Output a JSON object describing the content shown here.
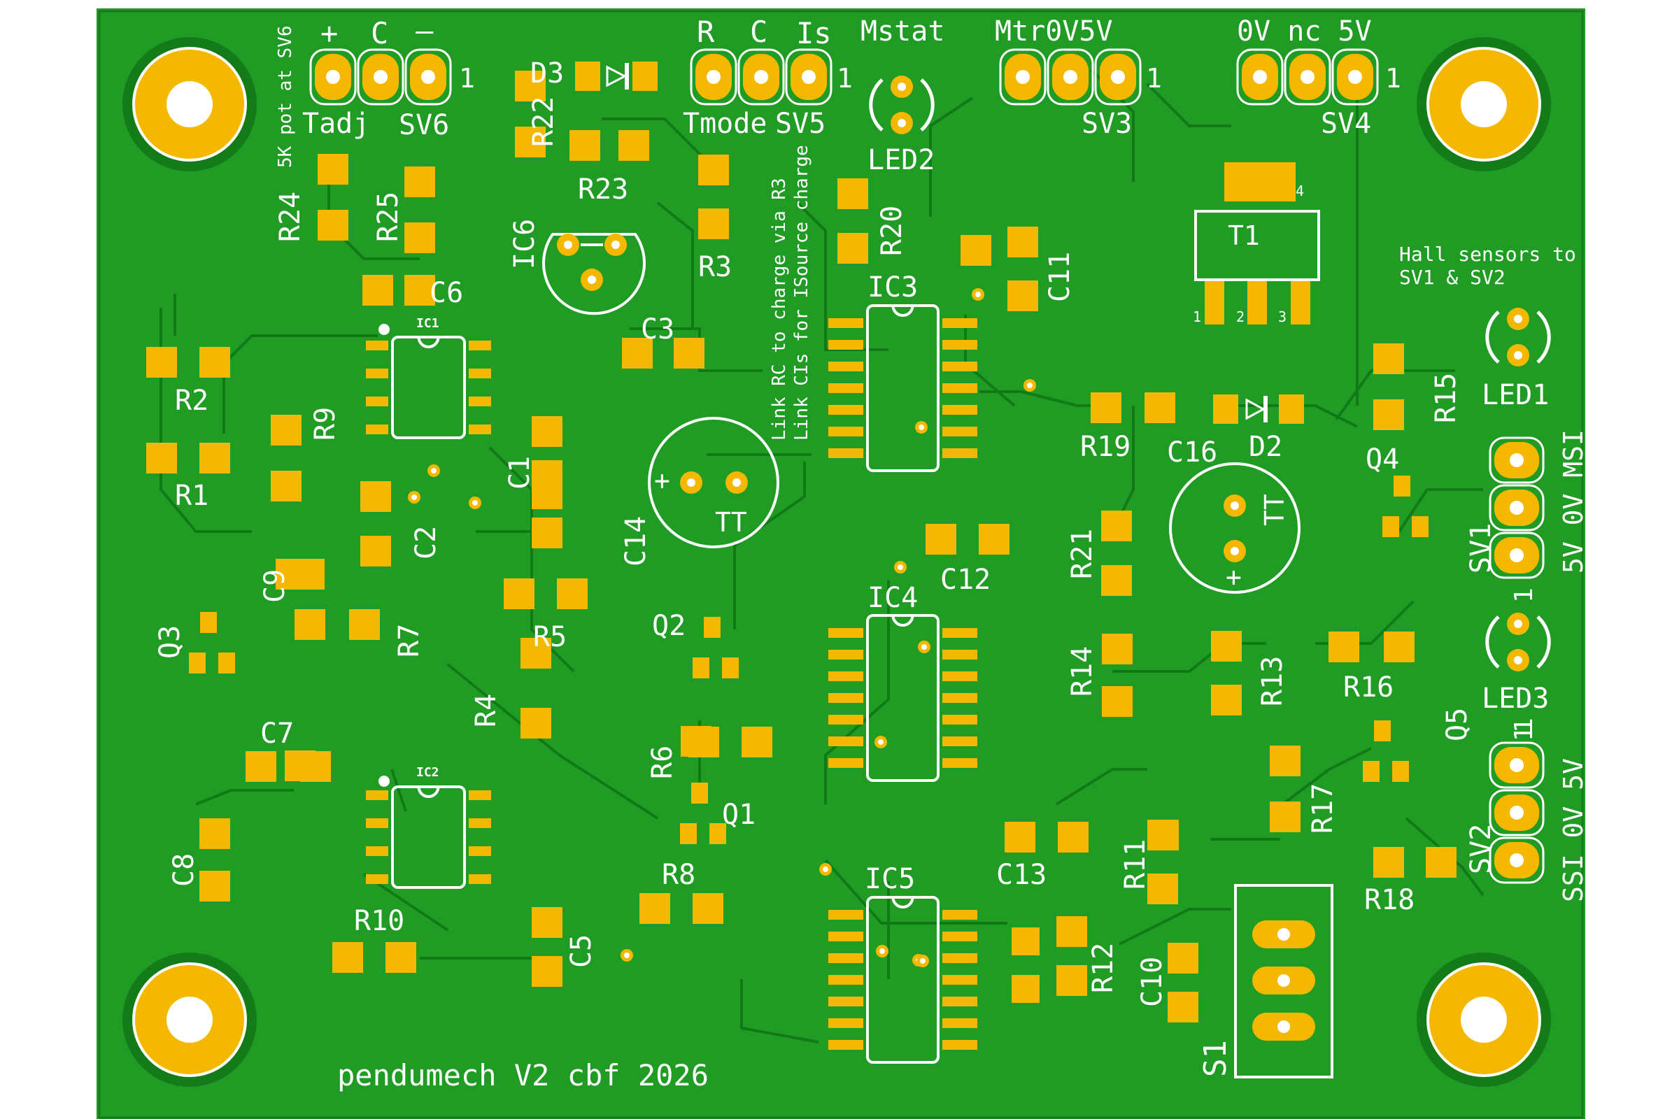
{
  "board": {
    "title": "pendumech V2 cbf 2026",
    "copper": "#209c25",
    "copper_dark": "#137c18",
    "pad": "#f5b800",
    "silk": "#ffffff",
    "page_bg": "#ffffff"
  },
  "notes": {
    "pot": "5K pot at SV6",
    "link1": "Link RC to charge via R3",
    "link2": "Link CIs for ISource charge",
    "hall1": "Hall sensors to",
    "hall2": "SV1 & SV2"
  },
  "headers": {
    "sv6": {
      "ref": "SV6",
      "pins": [
        "+",
        "C",
        "—"
      ],
      "pin1": "1",
      "sub": "Tadj"
    },
    "sv5": {
      "ref": "SV5",
      "pins": [
        "R",
        "C",
        "Is"
      ],
      "pin1": "1",
      "sub": "Tmode"
    },
    "sv3": {
      "ref": "SV3",
      "pins": "Mtr0V5V",
      "pin1": "1"
    },
    "sv4": {
      "ref": "SV4",
      "pins": "0V nc 5V",
      "pin1": "1"
    },
    "sv1": {
      "ref": "SV1",
      "pins": "5V 0V MSI",
      "pin1": "1"
    },
    "sv2": {
      "ref": "SV2",
      "pins": "SSI 0V 5V",
      "pin1": "1"
    },
    "s1": {
      "ref": "S1"
    }
  },
  "leds": {
    "led2": "LED2",
    "led2_top": "Mstat",
    "led1": "LED1",
    "led3": "LED3",
    "led3_pin1": "1"
  },
  "ics": {
    "ic1": "IC1",
    "ic2": "IC2",
    "ic3": "IC3",
    "ic4": "IC4",
    "ic5": "IC5",
    "ic6": "IC6"
  },
  "regulator": {
    "ref": "T1",
    "p1": "1",
    "p2": "2",
    "p3": "3",
    "p4": "4"
  },
  "caps_polar": {
    "c14": "C14",
    "c14_plus": "+",
    "c14_tt": "TT",
    "c16": "C16",
    "c16_plus": "+",
    "c16_tt": "TT"
  },
  "diodes": {
    "d2": "D2",
    "d3": "D3"
  },
  "resistors": {
    "r1": "R1",
    "r2": "R2",
    "r3": "R3",
    "r4": "R4",
    "r5": "R5",
    "r6": "R6",
    "r7": "R7",
    "r8": "R8",
    "r9": "R9",
    "r10": "R10",
    "r11": "R11",
    "r12": "R12",
    "r13": "R13",
    "r14": "R14",
    "r15": "R15",
    "r16": "R16",
    "r17": "R17",
    "r18": "R18",
    "r19": "R19",
    "r20": "R20",
    "r21": "R21",
    "r22": "R22",
    "r23": "R23",
    "r24": "R24",
    "r25": "R25"
  },
  "capacitors": {
    "c1": "C1",
    "c2": "C2",
    "c3": "C3",
    "c5": "C5",
    "c6": "C6",
    "c7": "C7",
    "c8": "C8",
    "c9": "C9",
    "c10": "C10",
    "c11": "C11",
    "c12": "C12",
    "c13": "C13"
  },
  "transistors": {
    "q1": "Q1",
    "q2": "Q2",
    "q3": "Q3",
    "q4": "Q4",
    "q5": "Q5"
  }
}
